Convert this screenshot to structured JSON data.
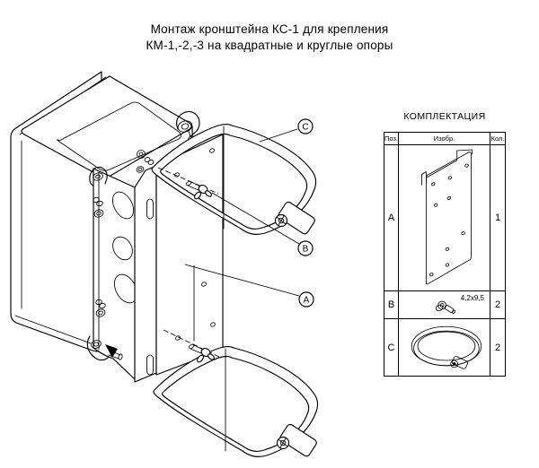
{
  "title": {
    "line1": "Монтаж кронштейна КС-1 для крепления",
    "line2": "КМ-1,-2,-3 на квадратные и круглые опоры"
  },
  "kit": {
    "heading": "КОМПЛЕКТАЦИЯ",
    "columns": {
      "pos": "Поз.",
      "image": "Изобр.",
      "qty": "Кол."
    },
    "rows": [
      {
        "pos": "A",
        "item": "bracket-plate",
        "qty": "1",
        "note": ""
      },
      {
        "pos": "B",
        "item": "self-tapping-screw",
        "qty": "2",
        "note": "4,2x9,5"
      },
      {
        "pos": "C",
        "item": "band-clamp",
        "qty": "2",
        "note": ""
      }
    ]
  },
  "callouts": [
    {
      "label": "C",
      "points_to": "band-clamp"
    },
    {
      "label": "B",
      "points_to": "screw"
    },
    {
      "label": "A",
      "points_to": "bracket-plate"
    }
  ]
}
